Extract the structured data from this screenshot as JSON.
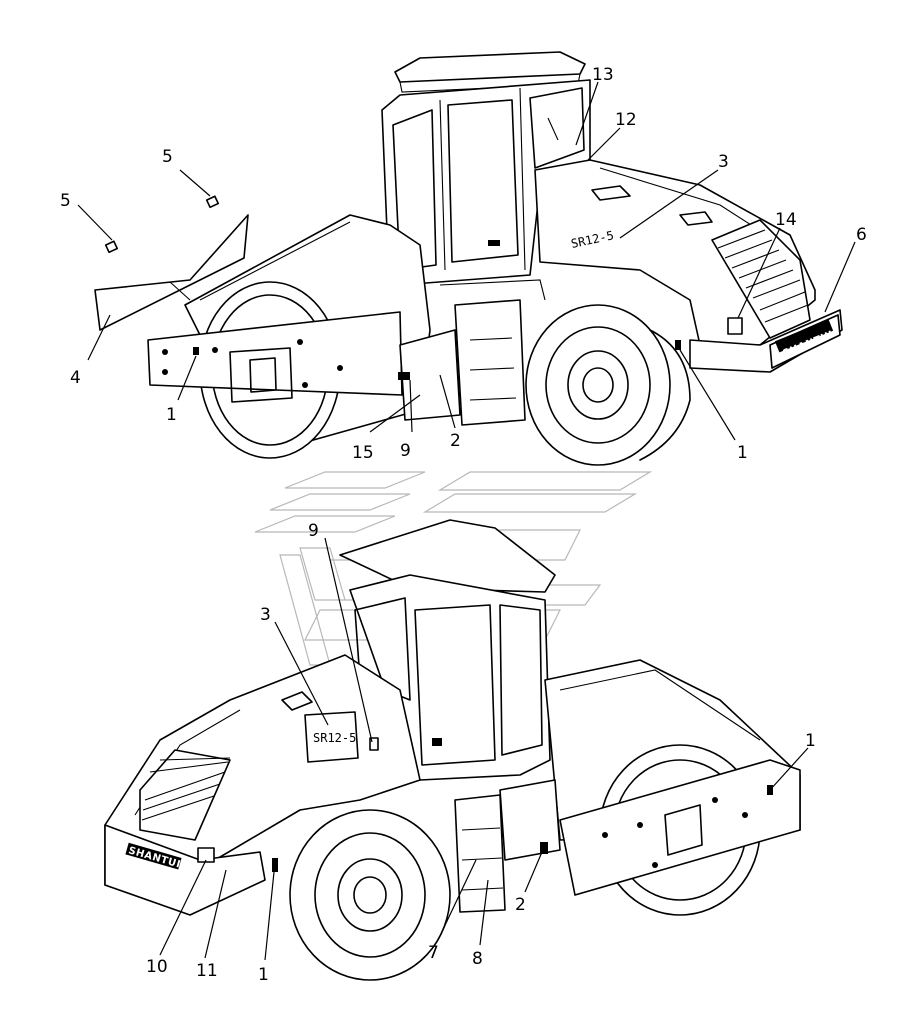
{
  "callouts_upper": [
    {
      "id": "c5a",
      "text": "5"
    },
    {
      "id": "c5b",
      "text": "5"
    },
    {
      "id": "c4",
      "text": "4"
    },
    {
      "id": "c1a",
      "text": "1"
    },
    {
      "id": "c15",
      "text": "15"
    },
    {
      "id": "c9a",
      "text": "9"
    },
    {
      "id": "c2a",
      "text": "2"
    },
    {
      "id": "c1b",
      "text": "1"
    },
    {
      "id": "c13",
      "text": "13"
    },
    {
      "id": "c12",
      "text": "12"
    },
    {
      "id": "c3a",
      "text": "3"
    },
    {
      "id": "c14",
      "text": "14"
    },
    {
      "id": "c6",
      "text": "6"
    }
  ],
  "callouts_lower": [
    {
      "id": "c9b",
      "text": "9"
    },
    {
      "id": "c3b",
      "text": "3"
    },
    {
      "id": "c1c",
      "text": "1"
    },
    {
      "id": "c2b",
      "text": "2"
    },
    {
      "id": "c7",
      "text": "7"
    },
    {
      "id": "c8",
      "text": "8"
    },
    {
      "id": "c10",
      "text": "10"
    },
    {
      "id": "c11",
      "text": "11"
    },
    {
      "id": "c1d",
      "text": "1"
    }
  ],
  "model_label": "SR12-5",
  "model_label_lower": "SR12-5",
  "brand_label": "SHANTUI",
  "colors": {
    "line": "#000000",
    "background": "#ffffff",
    "watermark": "#b8b8b8"
  }
}
